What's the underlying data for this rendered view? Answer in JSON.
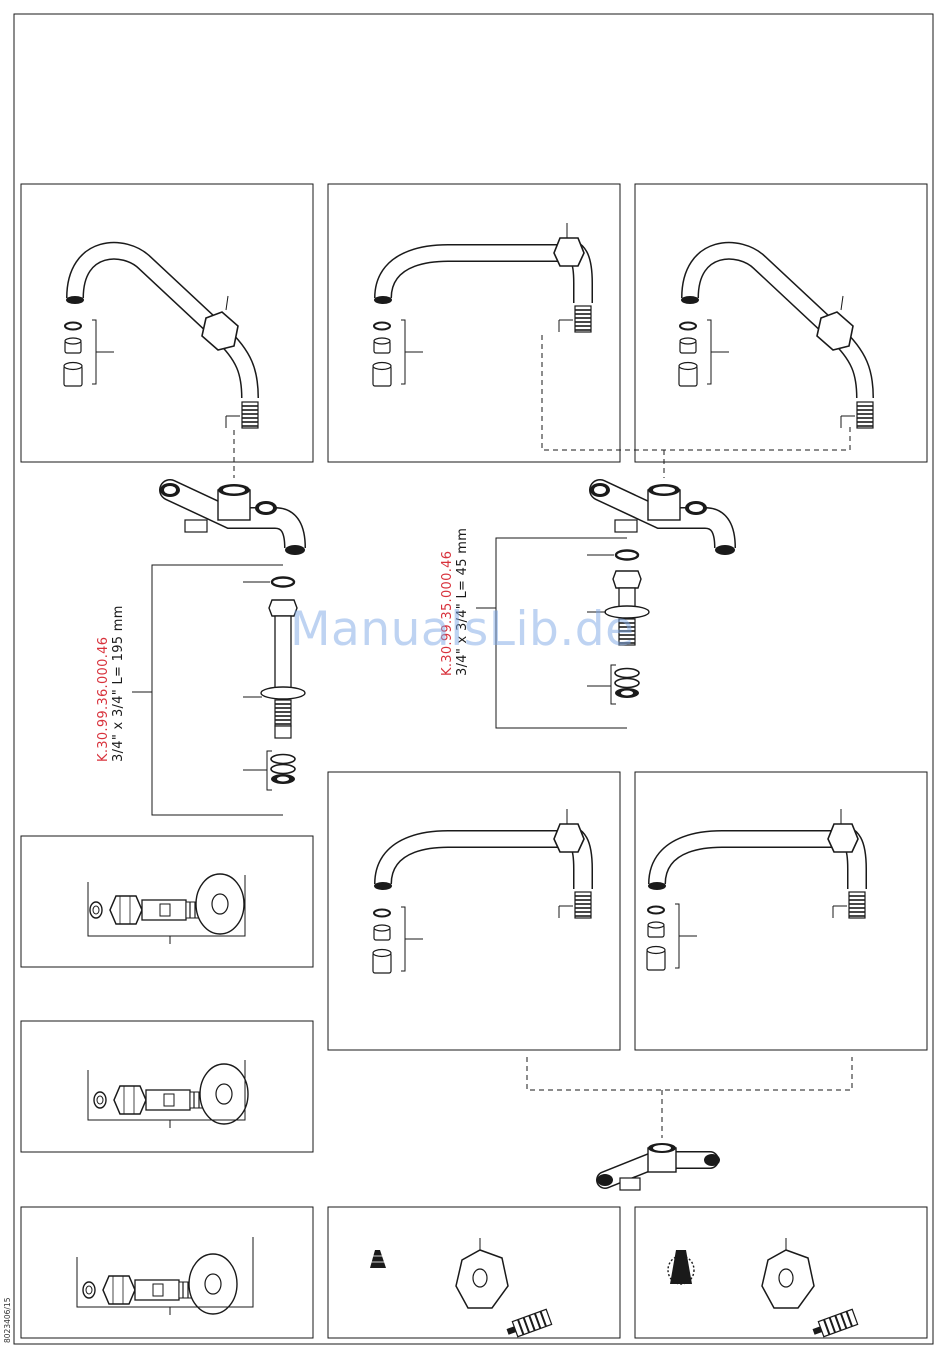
{
  "doc_number": "8023406/15",
  "watermark": "ManualsLib.de",
  "connector_long": {
    "code": "K.30.99.36.000.46",
    "spec": "3/4\" x 3/4\"  L= 195 mm"
  },
  "connector_short": {
    "code": "K.30.99.35.000.46",
    "spec": "3/4\" x 3/4\"  L= 45 mm"
  },
  "colors": {
    "line": "#1a1a1a",
    "part_code": "#d8323c",
    "watermark": "#7fa9e6"
  }
}
